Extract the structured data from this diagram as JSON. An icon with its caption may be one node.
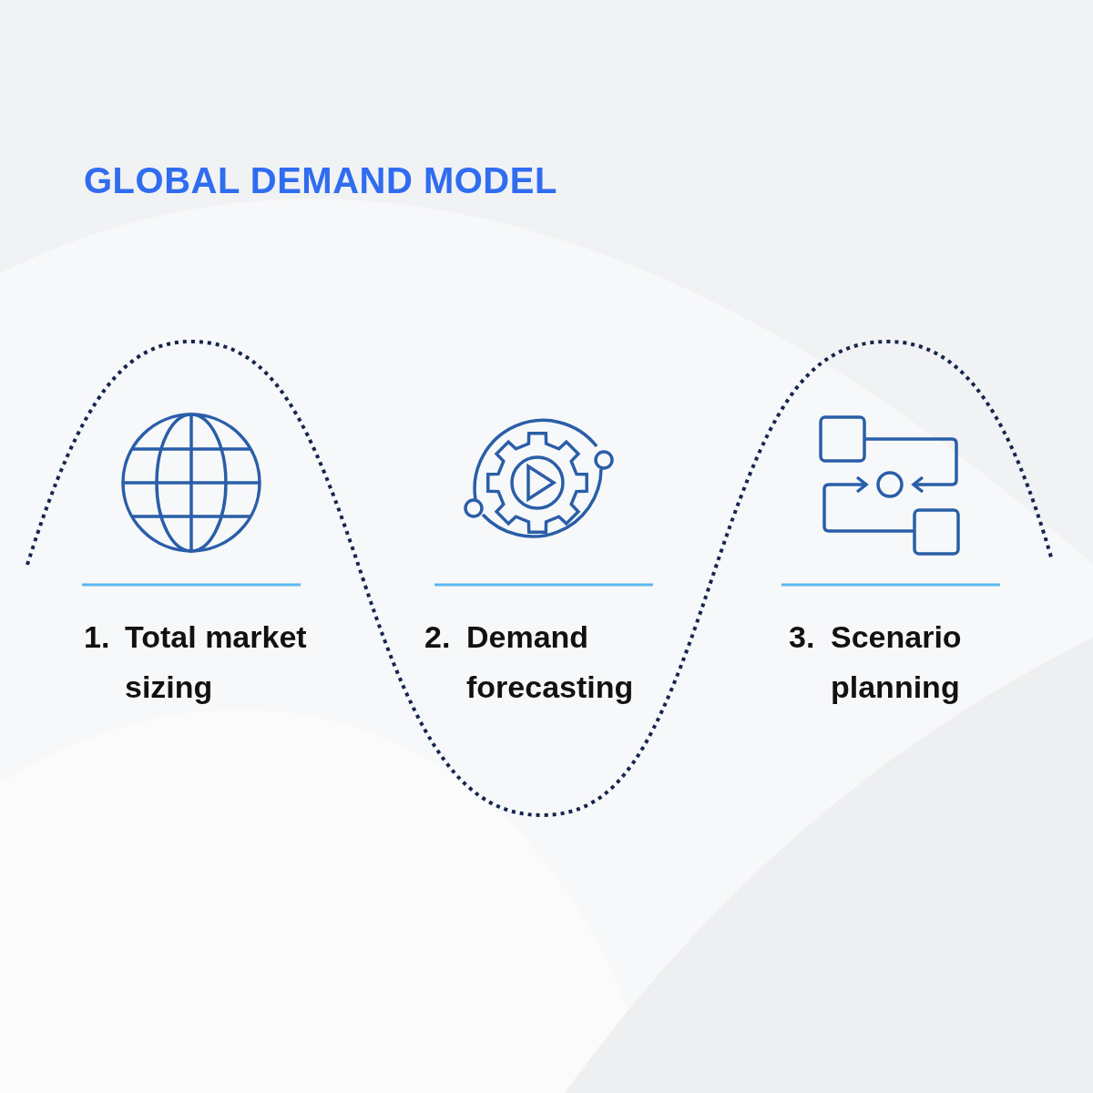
{
  "diagram": {
    "title": "GLOBAL DEMAND MODEL",
    "labels": [
      "1.",
      "Total market sizing",
      "2.",
      "Demand forecasting",
      "3.",
      "Scenario planning"
    ]
  }
}
